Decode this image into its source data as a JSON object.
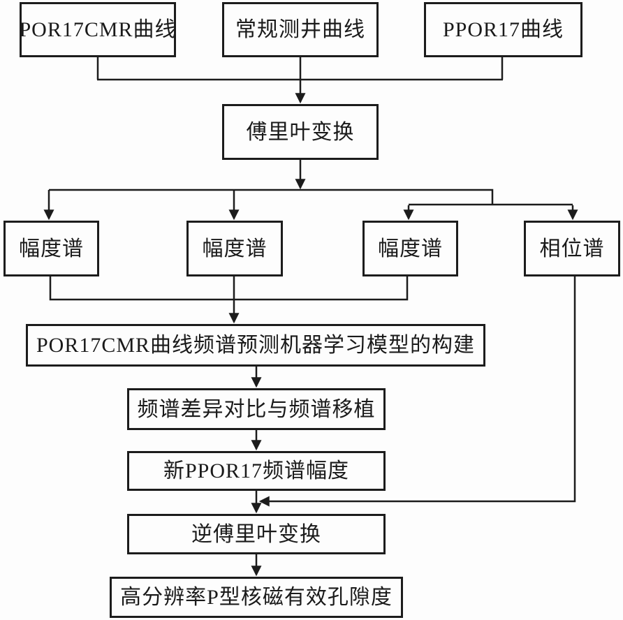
{
  "diagram": {
    "type": "flowchart",
    "language": "zh",
    "colors": {
      "background": "#fdfdfd",
      "line": "#1c1c1c",
      "box_border": "#1c1c1c",
      "text": "#1a1a1a"
    },
    "nodes": [
      {
        "id": "por17cmr-curve",
        "label": "POR17CMR曲线"
      },
      {
        "id": "conventional-logging-curves",
        "label": "常规测井曲线"
      },
      {
        "id": "ppor17-curve",
        "label": "PPOR17曲线"
      },
      {
        "id": "fourier-transform",
        "label": "傅里叶变换"
      },
      {
        "id": "amplitude-spectrum-1",
        "label": "幅度谱"
      },
      {
        "id": "amplitude-spectrum-2",
        "label": "幅度谱"
      },
      {
        "id": "amplitude-spectrum-3",
        "label": "幅度谱"
      },
      {
        "id": "phase-spectrum",
        "label": "相位谱"
      },
      {
        "id": "ml-model-construction",
        "label": "POR17CMR曲线频谱预测机器学习模型的构建"
      },
      {
        "id": "spectrum-difference-transplant",
        "label": "频谱差异对比与频谱移植"
      },
      {
        "id": "new-ppor17-amplitude",
        "label": "新PPOR17频谱幅度"
      },
      {
        "id": "inverse-fourier-transform",
        "label": "逆傅里叶变换"
      },
      {
        "id": "high-res-porosity",
        "label": "高分辨率P型核磁有效孔隙度"
      }
    ],
    "edges": [
      {
        "from": "por17cmr-curve",
        "to": "fourier-transform"
      },
      {
        "from": "conventional-logging-curves",
        "to": "fourier-transform"
      },
      {
        "from": "ppor17-curve",
        "to": "fourier-transform"
      },
      {
        "from": "fourier-transform",
        "to": "amplitude-spectrum-1"
      },
      {
        "from": "fourier-transform",
        "to": "amplitude-spectrum-2"
      },
      {
        "from": "fourier-transform",
        "to": "amplitude-spectrum-3"
      },
      {
        "from": "fourier-transform",
        "to": "phase-spectrum"
      },
      {
        "from": "amplitude-spectrum-1",
        "to": "ml-model-construction"
      },
      {
        "from": "amplitude-spectrum-2",
        "to": "ml-model-construction"
      },
      {
        "from": "amplitude-spectrum-3",
        "to": "ml-model-construction"
      },
      {
        "from": "ml-model-construction",
        "to": "spectrum-difference-transplant"
      },
      {
        "from": "spectrum-difference-transplant",
        "to": "new-ppor17-amplitude"
      },
      {
        "from": "new-ppor17-amplitude",
        "to": "inverse-fourier-transform"
      },
      {
        "from": "phase-spectrum",
        "to": "inverse-fourier-transform"
      },
      {
        "from": "inverse-fourier-transform",
        "to": "high-res-porosity"
      }
    ]
  }
}
